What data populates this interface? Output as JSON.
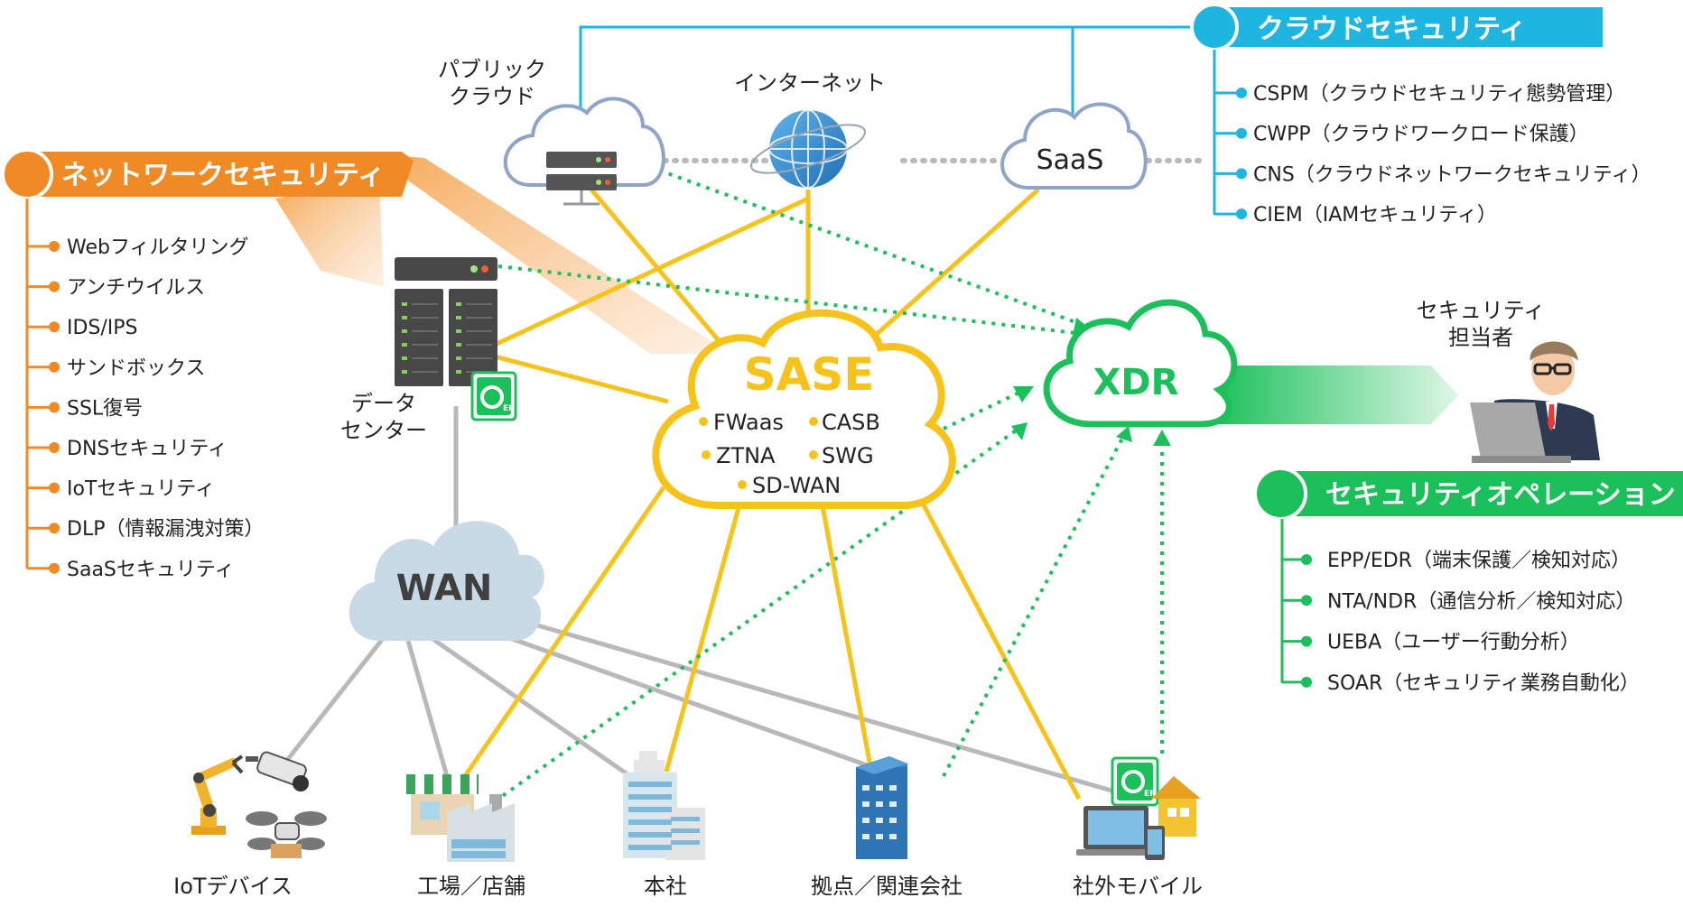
{
  "colors": {
    "network": "#f08a24",
    "cloud": "#1eb6e0",
    "secops": "#1cc05a",
    "sase": "#f7c21a",
    "xdr": "#1cc05a",
    "wan_gray": "#b9b9b9",
    "cloud_outline": "#8ea4c8"
  },
  "network_security": {
    "title": "ネットワークセキュリティ",
    "items": [
      "Webフィルタリング",
      "アンチウイルス",
      "IDS/IPS",
      "サンドボックス",
      "SSL復号",
      "DNSセキュリティ",
      "IoTセキュリティ",
      "DLP（情報漏洩対策）",
      "SaaSセキュリティ"
    ]
  },
  "cloud_security": {
    "title": "クラウドセキュリティ",
    "items": [
      "CSPM（クラウドセキュリティ態勢管理）",
      "CWPP（クラウドワークロード保護）",
      "CNS（クラウドネットワークセキュリティ）",
      "CIEM（IAMセキュリティ）"
    ]
  },
  "security_operations": {
    "title": "セキュリティオペレーション",
    "items": [
      "EPP/EDR（端末保護／検知対応）",
      "NTA/NDR（通信分析／検知対応）",
      "UEBA（ユーザー行動分析）",
      "SOAR（セキュリティ業務自動化）"
    ]
  },
  "nodes": {
    "public_cloud": [
      "パブリック",
      "クラウド"
    ],
    "internet": "インターネット",
    "saas": "SaaS",
    "datacenter": [
      "データ",
      "センター"
    ],
    "wan": "WAN",
    "xdr": "XDR",
    "staff": [
      "セキュリティ",
      "担当者"
    ],
    "iot": "IoTデバイス",
    "factory": "工場／店舗",
    "hq": "本社",
    "branch": "拠点／関連会社",
    "mobile": "社外モバイル",
    "ep_badge": "EP"
  },
  "sase": {
    "title": "SASE",
    "features": [
      "FWaas",
      "CASB",
      "ZTNA",
      "SWG",
      "SD-WAN"
    ]
  }
}
